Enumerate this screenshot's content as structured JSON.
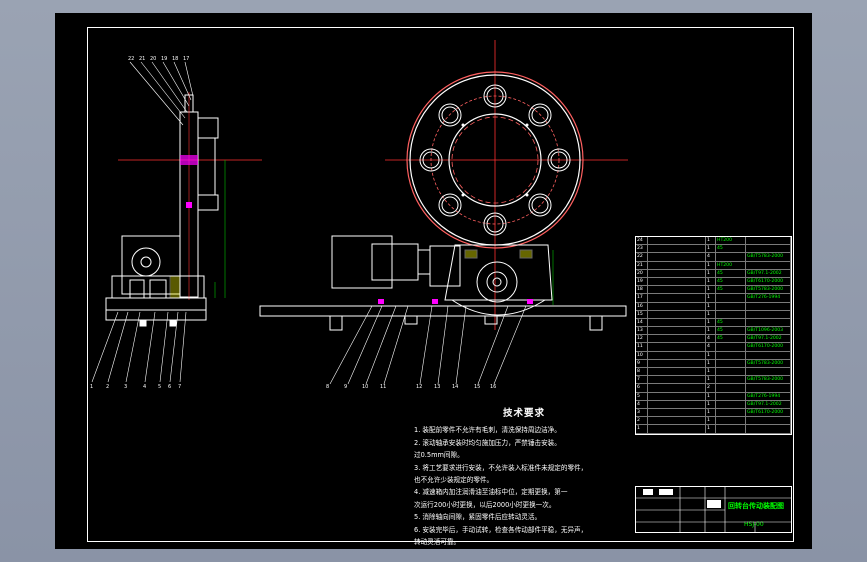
{
  "colors": {
    "background": "#000000",
    "outline": "#ffffff",
    "centerline": "#ff0000",
    "part_highlight": "#ff00ff",
    "text_accent": "#00ff00"
  },
  "technical_requirements": {
    "title": "技术要求",
    "lines": [
      "1. 装配前零件不允许有毛刺，清洗保持周边洁净。",
      "2. 滚动轴承安装时均匀施加压力，严禁锤击安装。",
      "   过0.5mm间隙。",
      "3. 将工艺要求进行安装，不允许装入标准件未规定的零件，",
      "   也不允许少装规定的零件。",
      "4. 减速箱内加注润滑油至油标中位，定期更换，第一",
      "   次运行200小时更换，以后2000小时更换一次。",
      "5. 消除轴向间隙，紧固零件后应转动灵活。",
      "6. 安装完毕后，手动试转，检查各传动部件平稳，无异声，",
      "   转动灵活可靠。"
    ]
  },
  "balloon_labels": {
    "side_view_top": [
      "22",
      "21",
      "20",
      "19",
      "18",
      "17"
    ],
    "side_view_bottom": [
      "1",
      "2",
      "3",
      "4",
      "5",
      "6",
      "7"
    ],
    "front_view_bottom": [
      "8",
      "9",
      "10",
      "11",
      "12",
      "13",
      "14",
      "15",
      "16"
    ]
  },
  "bom": {
    "rows": [
      {
        "no": "24",
        "name": "",
        "qty": "1",
        "material": "HT200",
        "standard": ""
      },
      {
        "no": "23",
        "name": "",
        "qty": "1",
        "material": "45",
        "standard": ""
      },
      {
        "no": "22",
        "name": "",
        "qty": "4",
        "material": "",
        "standard": "GB/T5783-2000"
      },
      {
        "no": "21",
        "name": "",
        "qty": "1",
        "material": "HT200",
        "standard": ""
      },
      {
        "no": "20",
        "name": "",
        "qty": "1",
        "material": "45",
        "standard": "GB/T97.1-2002"
      },
      {
        "no": "19",
        "name": "",
        "qty": "1",
        "material": "45",
        "standard": "GB/T6170-2000"
      },
      {
        "no": "18",
        "name": "",
        "qty": "1",
        "material": "45",
        "standard": "GB/T5783-2000"
      },
      {
        "no": "17",
        "name": "",
        "qty": "1",
        "material": "",
        "standard": "GB/T276-1994"
      },
      {
        "no": "16",
        "name": "",
        "qty": "1",
        "material": "",
        "standard": ""
      },
      {
        "no": "15",
        "name": "",
        "qty": "1",
        "material": "",
        "standard": ""
      },
      {
        "no": "14",
        "name": "",
        "qty": "1",
        "material": "45",
        "standard": ""
      },
      {
        "no": "13",
        "name": "",
        "qty": "1",
        "material": "45",
        "standard": "GB/T1096-2003"
      },
      {
        "no": "12",
        "name": "",
        "qty": "4",
        "material": "45",
        "standard": "GB/T97.1-2002"
      },
      {
        "no": "11",
        "name": "",
        "qty": "4",
        "material": "",
        "standard": "GB/T6170-2000"
      },
      {
        "no": "10",
        "name": "",
        "qty": "1",
        "material": "",
        "standard": ""
      },
      {
        "no": "9",
        "name": "",
        "qty": "1",
        "material": "",
        "standard": "GB/T5783-2000"
      },
      {
        "no": "8",
        "name": "",
        "qty": "1",
        "material": "",
        "standard": ""
      },
      {
        "no": "7",
        "name": "",
        "qty": "1",
        "material": "",
        "standard": "GB/T5783-2000"
      },
      {
        "no": "6",
        "name": "",
        "qty": "2",
        "material": "",
        "standard": ""
      },
      {
        "no": "5",
        "name": "",
        "qty": "1",
        "material": "",
        "standard": "GB/T276-1994"
      },
      {
        "no": "4",
        "name": "",
        "qty": "1",
        "material": "",
        "standard": "GB/T97.1-2002"
      },
      {
        "no": "3",
        "name": "",
        "qty": "1",
        "material": "",
        "standard": "GB/T6170-2000"
      },
      {
        "no": "2",
        "name": "",
        "qty": "1",
        "material": "",
        "standard": ""
      },
      {
        "no": "1",
        "name": "",
        "qty": "1",
        "material": "",
        "standard": ""
      }
    ]
  },
  "title_block": {
    "drawing_title": "回转台传动装配图",
    "drawing_code": "HSJ-00",
    "cells": [
      "",
      "",
      "",
      "",
      ""
    ]
  }
}
